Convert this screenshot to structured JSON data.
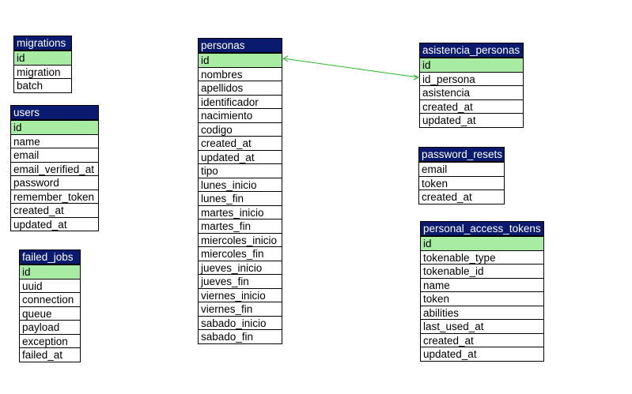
{
  "diagram": {
    "colors": {
      "header_bg": "#0a1a6e",
      "header_text": "#ffffff",
      "pk_bg": "#a8eca3",
      "connector": "#22bb22"
    },
    "tables": {
      "migrations": {
        "title": "migrations",
        "fields": [
          "id",
          "migration",
          "batch"
        ]
      },
      "users": {
        "title": "users",
        "fields": [
          "id",
          "name",
          "email",
          "email_verified_at",
          "password",
          "remember_token",
          "created_at",
          "updated_at"
        ]
      },
      "failed_jobs": {
        "title": "failed_jobs",
        "fields": [
          "id",
          "uuid",
          "connection",
          "queue",
          "payload",
          "exception",
          "failed_at"
        ]
      },
      "personas": {
        "title": "personas",
        "fields": [
          "id",
          "nombres",
          "apellidos",
          "identificador",
          "nacimiento",
          "codigo",
          "created_at",
          "updated_at",
          "tipo",
          "lunes_inicio",
          "lunes_fin",
          "martes_inicio",
          "martes_fin",
          "miercoles_inicio",
          "miercoles_fin",
          "jueves_inicio",
          "jueves_fin",
          "viernes_inicio",
          "viernes_fin",
          "sabado_inicio",
          "sabado_fin"
        ]
      },
      "asistencia_personas": {
        "title": "asistencia_personas",
        "fields": [
          "id",
          "id_persona",
          "asistencia",
          "created_at",
          "updated_at"
        ]
      },
      "password_resets": {
        "title": "password_resets",
        "fields": [
          "email",
          "token",
          "created_at"
        ]
      },
      "personal_access_tokens": {
        "title": "personal_access_tokens",
        "fields": [
          "id",
          "tokenable_type",
          "tokenable_id",
          "name",
          "token",
          "abilities",
          "last_used_at",
          "created_at",
          "updated_at"
        ]
      }
    },
    "relations": [
      {
        "from_table": "asistencia_personas",
        "from_field": "id_persona",
        "to_table": "personas",
        "to_field": "id"
      }
    ]
  }
}
